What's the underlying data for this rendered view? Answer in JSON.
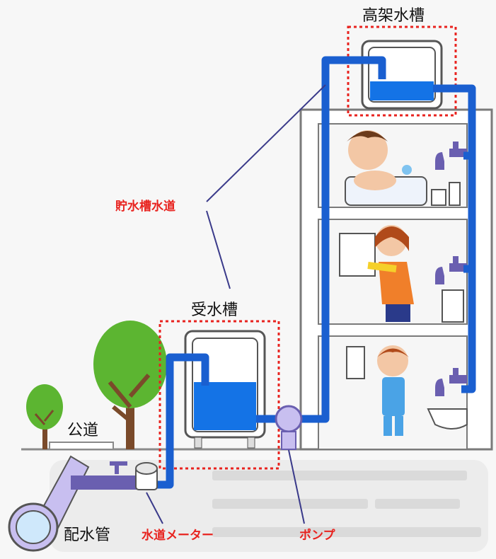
{
  "labels": {
    "elevated_tank": "高架水槽",
    "storage_tank_supply": "貯水槽水道",
    "receiving_tank": "受水槽",
    "public_road": "公道",
    "distribution_pipe": "配水管",
    "water_meter": "水道メーター",
    "pump": "ポンプ"
  },
  "colors": {
    "pipe": "#1a5fd0",
    "water": "#1473e6",
    "highlight": "#e8231f",
    "tree": "#5cb531",
    "trunk": "#7a4a2a",
    "building": "#ffffff",
    "outline": "#7a7a7a"
  }
}
